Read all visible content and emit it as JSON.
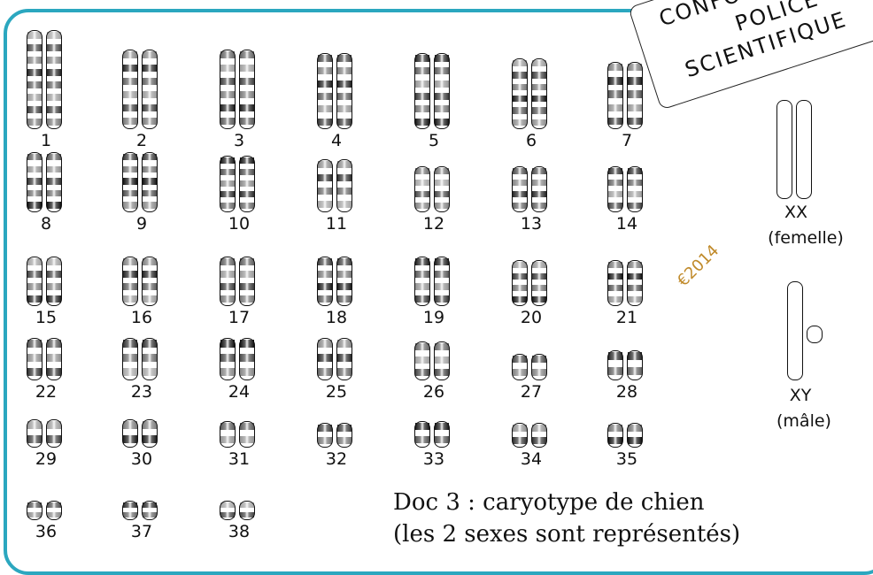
{
  "autosomes": [
    {
      "n": "1"
    },
    {
      "n": "2"
    },
    {
      "n": "3"
    },
    {
      "n": "4"
    },
    {
      "n": "5"
    },
    {
      "n": "6"
    },
    {
      "n": "7"
    },
    {
      "n": "8"
    },
    {
      "n": "9"
    },
    {
      "n": "10"
    },
    {
      "n": "11"
    },
    {
      "n": "12"
    },
    {
      "n": "13"
    },
    {
      "n": "14"
    },
    {
      "n": "15"
    },
    {
      "n": "16"
    },
    {
      "n": "17"
    },
    {
      "n": "18"
    },
    {
      "n": "19"
    },
    {
      "n": "20"
    },
    {
      "n": "21"
    },
    {
      "n": "22"
    },
    {
      "n": "23"
    },
    {
      "n": "24"
    },
    {
      "n": "25"
    },
    {
      "n": "26"
    },
    {
      "n": "27"
    },
    {
      "n": "28"
    },
    {
      "n": "29"
    },
    {
      "n": "30"
    },
    {
      "n": "31"
    },
    {
      "n": "32"
    },
    {
      "n": "33"
    },
    {
      "n": "34"
    },
    {
      "n": "35"
    },
    {
      "n": "36"
    },
    {
      "n": "37"
    },
    {
      "n": "38"
    }
  ],
  "sex": {
    "female_label": "XX",
    "female_caption": "(femelle)",
    "male_label": "XY",
    "male_caption": "(mâle)"
  },
  "stamp": {
    "line1": "CONFORME",
    "line2": "POLICE",
    "line3": "SCIENTIFIQUE"
  },
  "watermark": "€2014",
  "caption": {
    "line1": "Doc 3 : caryotype de chien",
    "line2": "(les 2 sexes sont représentés)"
  },
  "colors": {
    "frame": "#2ba7bf",
    "watermark": "#c08a2a"
  }
}
